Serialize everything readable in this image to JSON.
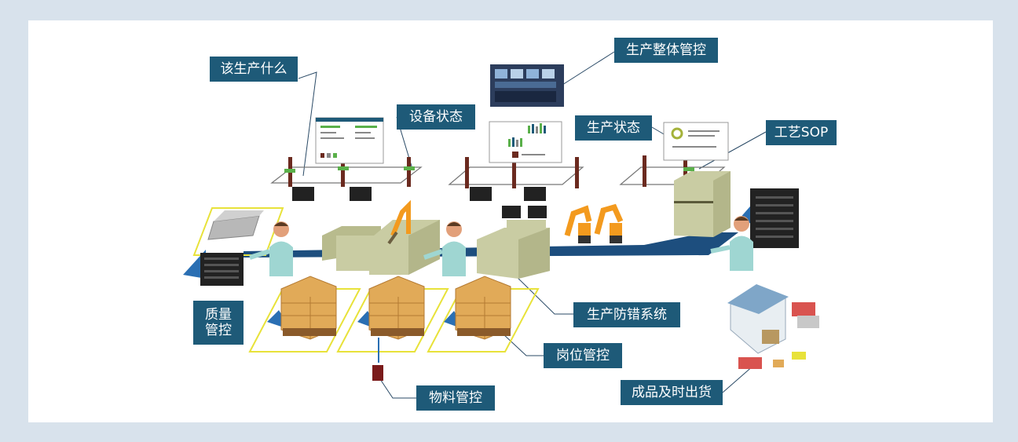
{
  "labels": {
    "what_to_produce": "该生产什么",
    "equipment_status": "设备状态",
    "overall_control": "生产整体管控",
    "production_status": "生产状态",
    "process_sop": "工艺SOP",
    "quality_control": "质量\n管控",
    "error_proofing": "生产防错系统",
    "station_control": "岗位管控",
    "material_control": "物料管控",
    "finished_goods_shipping": "成品及时出货"
  },
  "colors": {
    "label_bg": "#1e5a78",
    "label_text": "#ffffff",
    "page_bg": "#d8e2ec",
    "conveyor": "#1d4e7e",
    "machine": "#c9cca3",
    "pallet_outline": "#e8e23a",
    "carton": "#e1aa58",
    "robot": "#f39a1e",
    "worker_shirt": "#9fd6d2"
  }
}
